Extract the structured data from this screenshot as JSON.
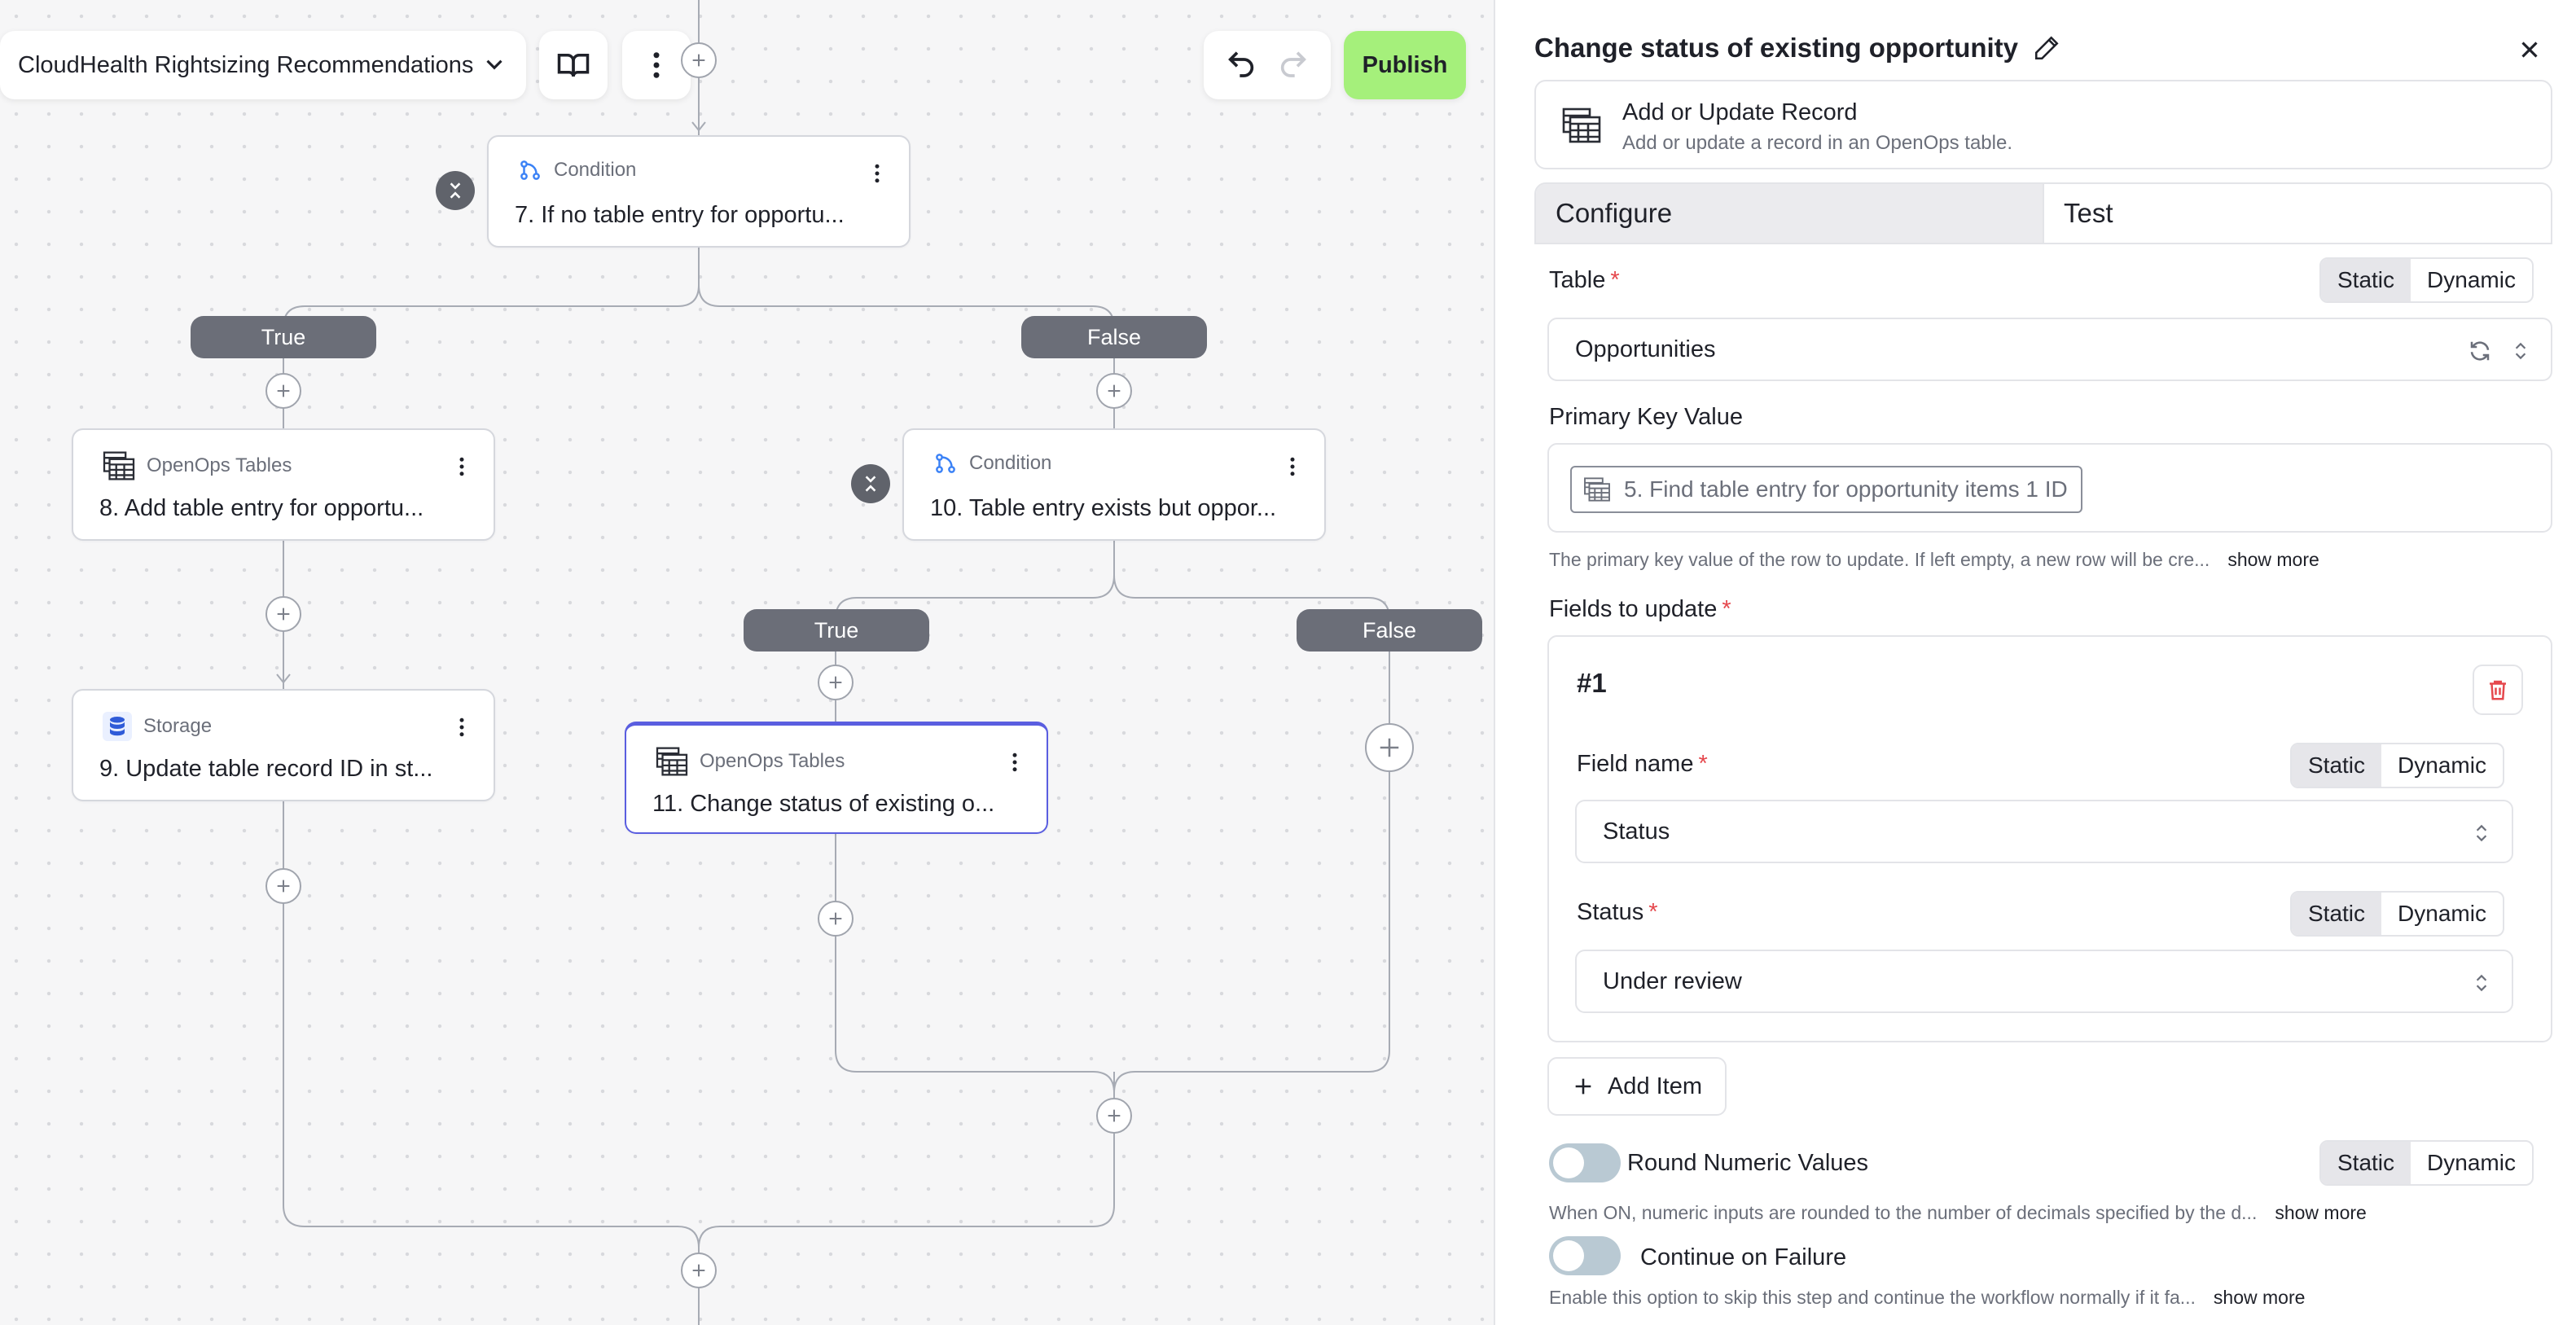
{
  "toolbar": {
    "flow_name": "CloudHealth Rightsizing Recommendations",
    "publish_label": "Publish"
  },
  "canvas": {
    "nodes": [
      {
        "type": "Condition",
        "title": "7. If no table entry for opportu..."
      },
      {
        "type": "OpenOps Tables",
        "title": "8. Add table entry for opportu..."
      },
      {
        "type": "Storage",
        "title": "9. Update table record ID in st..."
      },
      {
        "type": "Condition",
        "title": "10. Table entry exists but oppor..."
      },
      {
        "type": "OpenOps Tables",
        "title": "11. Change status of existing o..."
      }
    ],
    "branch_labels": {
      "true": "True",
      "false": "False"
    }
  },
  "panel": {
    "title": "Change status of existing opportunity",
    "action": {
      "name": "Add or Update Record",
      "description": "Add or update a record in an OpenOps table."
    },
    "tabs": {
      "configure": "Configure",
      "test": "Test"
    },
    "mode": {
      "static": "Static",
      "dynamic": "Dynamic"
    },
    "table": {
      "label": "Table",
      "value": "Opportunities"
    },
    "primary_key": {
      "label": "Primary Key Value",
      "chip": "5. Find table entry for opportunity items 1 ID",
      "help": "The primary key value of the row to update. If left empty, a new row will be cre...",
      "more": "show more"
    },
    "fields": {
      "label": "Fields to update",
      "item_number": "#1",
      "field_name_label": "Field name",
      "field_name_value": "Status",
      "status_label": "Status",
      "status_value": "Under review",
      "add_item": "Add Item"
    },
    "round_numeric": {
      "label": "Round Numeric Values",
      "help": "When ON, numeric inputs are rounded to the number of decimals specified by the d...",
      "more": "show more"
    },
    "continue_on_failure": {
      "label": "Continue on Failure",
      "help": "Enable this option to skip this step and continue the workflow normally if it fa...",
      "more": "show more"
    }
  }
}
